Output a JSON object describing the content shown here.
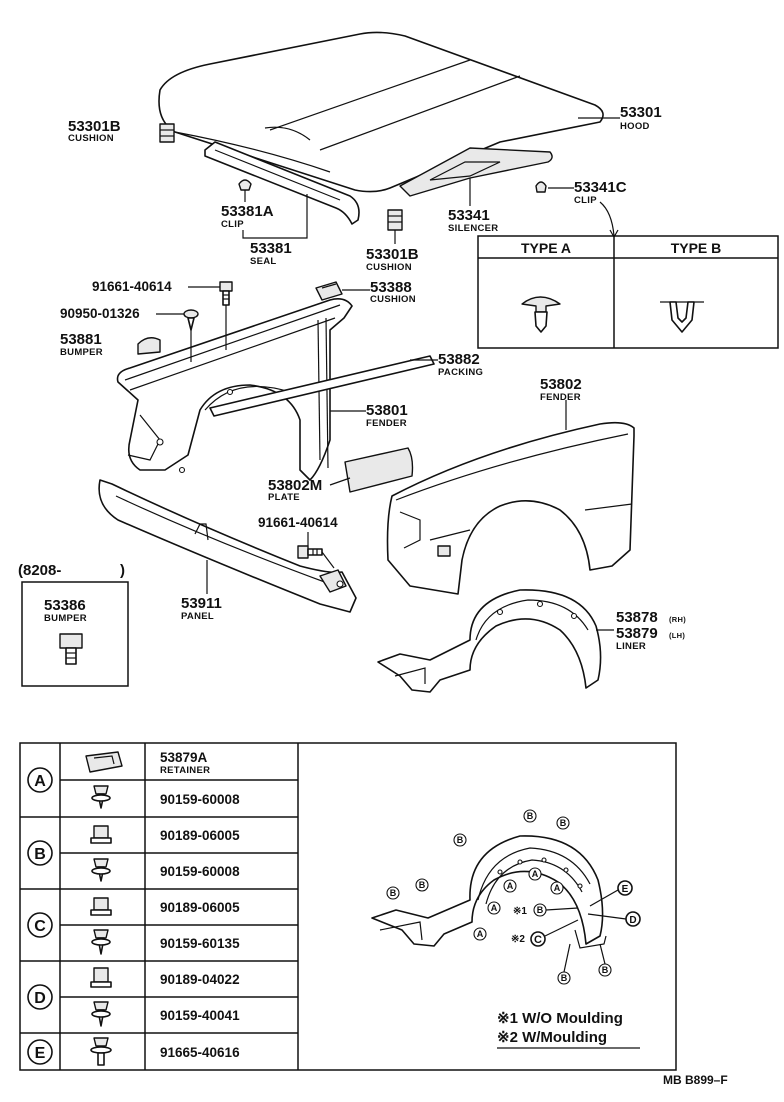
{
  "callouts": {
    "hood": {
      "number": "53301",
      "label": "HOOD"
    },
    "cushion_top": {
      "number": "53301B",
      "label": "CUSHION"
    },
    "clip_hood": {
      "number": "53381A",
      "label": "CLIP"
    },
    "seal": {
      "number": "53381",
      "label": "SEAL"
    },
    "cushion_mid": {
      "number": "53301B",
      "label": "CUSHION"
    },
    "silencer": {
      "number": "53341",
      "label": "SILENCER"
    },
    "clip_right": {
      "number": "53341C",
      "label": "CLIP"
    },
    "bolt_1": {
      "number": "91661-40614"
    },
    "screw_1": {
      "number": "90950-01326"
    },
    "cushion_53388": {
      "number": "53388",
      "label": "CUSHION"
    },
    "bumper_53881": {
      "number": "53881",
      "label": "BUMPER"
    },
    "packing": {
      "number": "53882",
      "label": "PACKING"
    },
    "fender_right": {
      "number": "53802",
      "label": "FENDER"
    },
    "fender_left": {
      "number": "53801",
      "label": "FENDER"
    },
    "plate": {
      "number": "53802M",
      "label": "PLATE"
    },
    "bolt_2": {
      "number": "91661-40614"
    },
    "panel": {
      "number": "53911",
      "label": "PANEL"
    },
    "liner_rh": {
      "number": "53878",
      "suffix": "(RH)"
    },
    "liner_lh": {
      "number": "53879",
      "suffix": "(LH)",
      "label": "LINER"
    },
    "bumper_53386": {
      "date": "(8208-",
      "close": ")",
      "number": "53386",
      "label": "BUMPER"
    }
  },
  "clip_types": {
    "type_a": "TYPE A",
    "type_b": "TYPE B"
  },
  "fastener_table": {
    "groups": [
      {
        "letter": "A",
        "rows": [
          {
            "part": "53879A",
            "label": "RETAINER",
            "icon": "retainer-icon"
          },
          {
            "part": "90159-60008",
            "icon": "screw-icon"
          }
        ]
      },
      {
        "letter": "B",
        "rows": [
          {
            "part": "90189-06005",
            "icon": "nut-icon"
          },
          {
            "part": "90159-60008",
            "icon": "screw-icon"
          }
        ]
      },
      {
        "letter": "C",
        "rows": [
          {
            "part": "90189-06005",
            "icon": "nut-icon"
          },
          {
            "part": "90159-60135",
            "icon": "screw-icon"
          }
        ]
      },
      {
        "letter": "D",
        "rows": [
          {
            "part": "90189-04022",
            "icon": "nut-icon"
          },
          {
            "part": "90159-40041",
            "icon": "screw-icon"
          }
        ]
      },
      {
        "letter": "E",
        "rows": [
          {
            "part": "91665-40616",
            "icon": "bolt-icon"
          }
        ]
      }
    ]
  },
  "liner_detail": {
    "markers": [
      "A",
      "B",
      "C",
      "D",
      "E"
    ],
    "star1": "※1",
    "star2": "※2",
    "notes": {
      "note1": "※1 W/O Moulding",
      "note2": "※2 W/Moulding"
    }
  },
  "footer": {
    "code": "MB B899–F"
  },
  "colors": {
    "ink": "#111111",
    "paper": "#ffffff"
  }
}
